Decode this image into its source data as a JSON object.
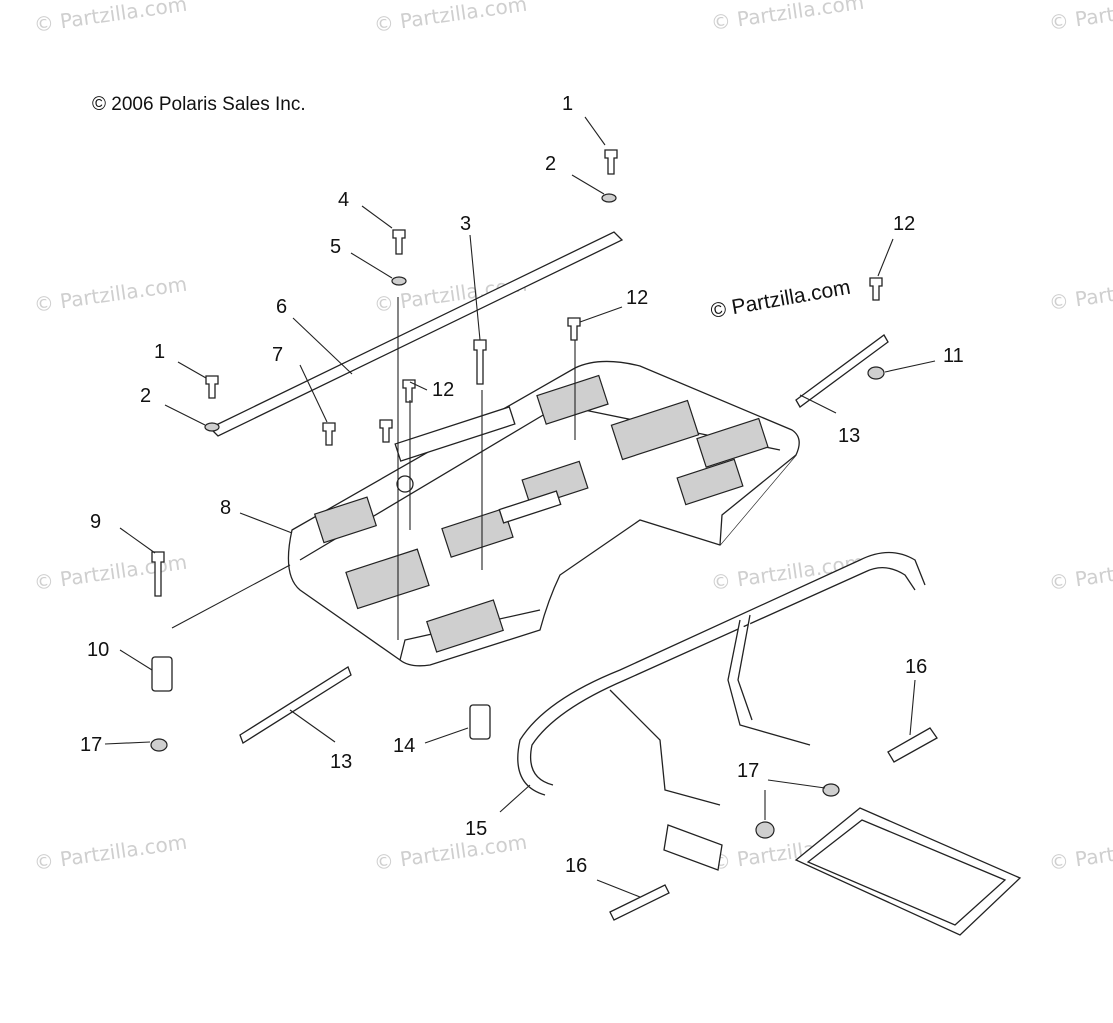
{
  "copyright": "© 2006 Polaris Sales Inc.",
  "site_label": "© Partzilla.com",
  "watermark": "© Partzilla.com",
  "callouts": [
    "1",
    "2",
    "4",
    "5",
    "3",
    "6",
    "12",
    "12",
    "1",
    "2",
    "7",
    "12",
    "13",
    "11",
    "9",
    "8",
    "10",
    "17",
    "13",
    "14",
    "16",
    "17",
    "15",
    "16"
  ]
}
